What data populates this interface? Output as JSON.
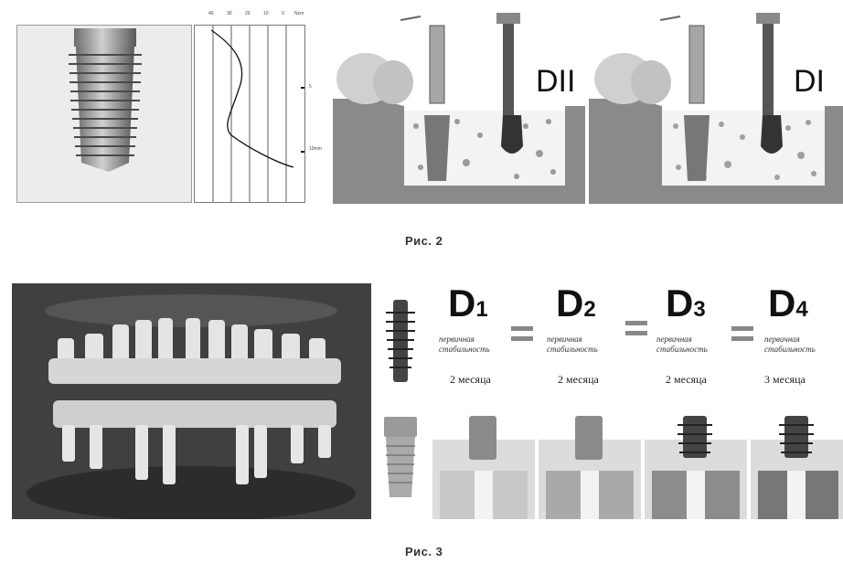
{
  "fig2": {
    "caption": "Рис. 2",
    "graph_ticks": [
      "40",
      "30",
      "20",
      "10",
      "0",
      "Ncm"
    ],
    "graph_marks": [
      "5",
      "10mm"
    ],
    "panel_dii": {
      "label": "DII"
    },
    "panel_di": {
      "label": "DI"
    }
  },
  "fig3": {
    "caption": "Рис. 3",
    "classes": [
      {
        "letter": "D",
        "sub": "1",
        "note_line1": "первичная",
        "note_line2": "стабильность",
        "months": "2 месяца"
      },
      {
        "letter": "D",
        "sub": "2",
        "note_line1": "первичная",
        "note_line2": "стабильность",
        "months": "2 месяца"
      },
      {
        "letter": "D",
        "sub": "3",
        "note_line1": "первичная",
        "note_line2": "стабильность",
        "months": "2 месяца"
      },
      {
        "letter": "D",
        "sub": "4",
        "note_line1": "первичная",
        "note_line2": "стабильность",
        "months": "3 месяца"
      }
    ]
  },
  "colors": {
    "bone": "#7a7a7a",
    "panel_bg": "#efefef",
    "xray_bg": "#3a3a3a",
    "teeth": "#e6e6e6"
  }
}
